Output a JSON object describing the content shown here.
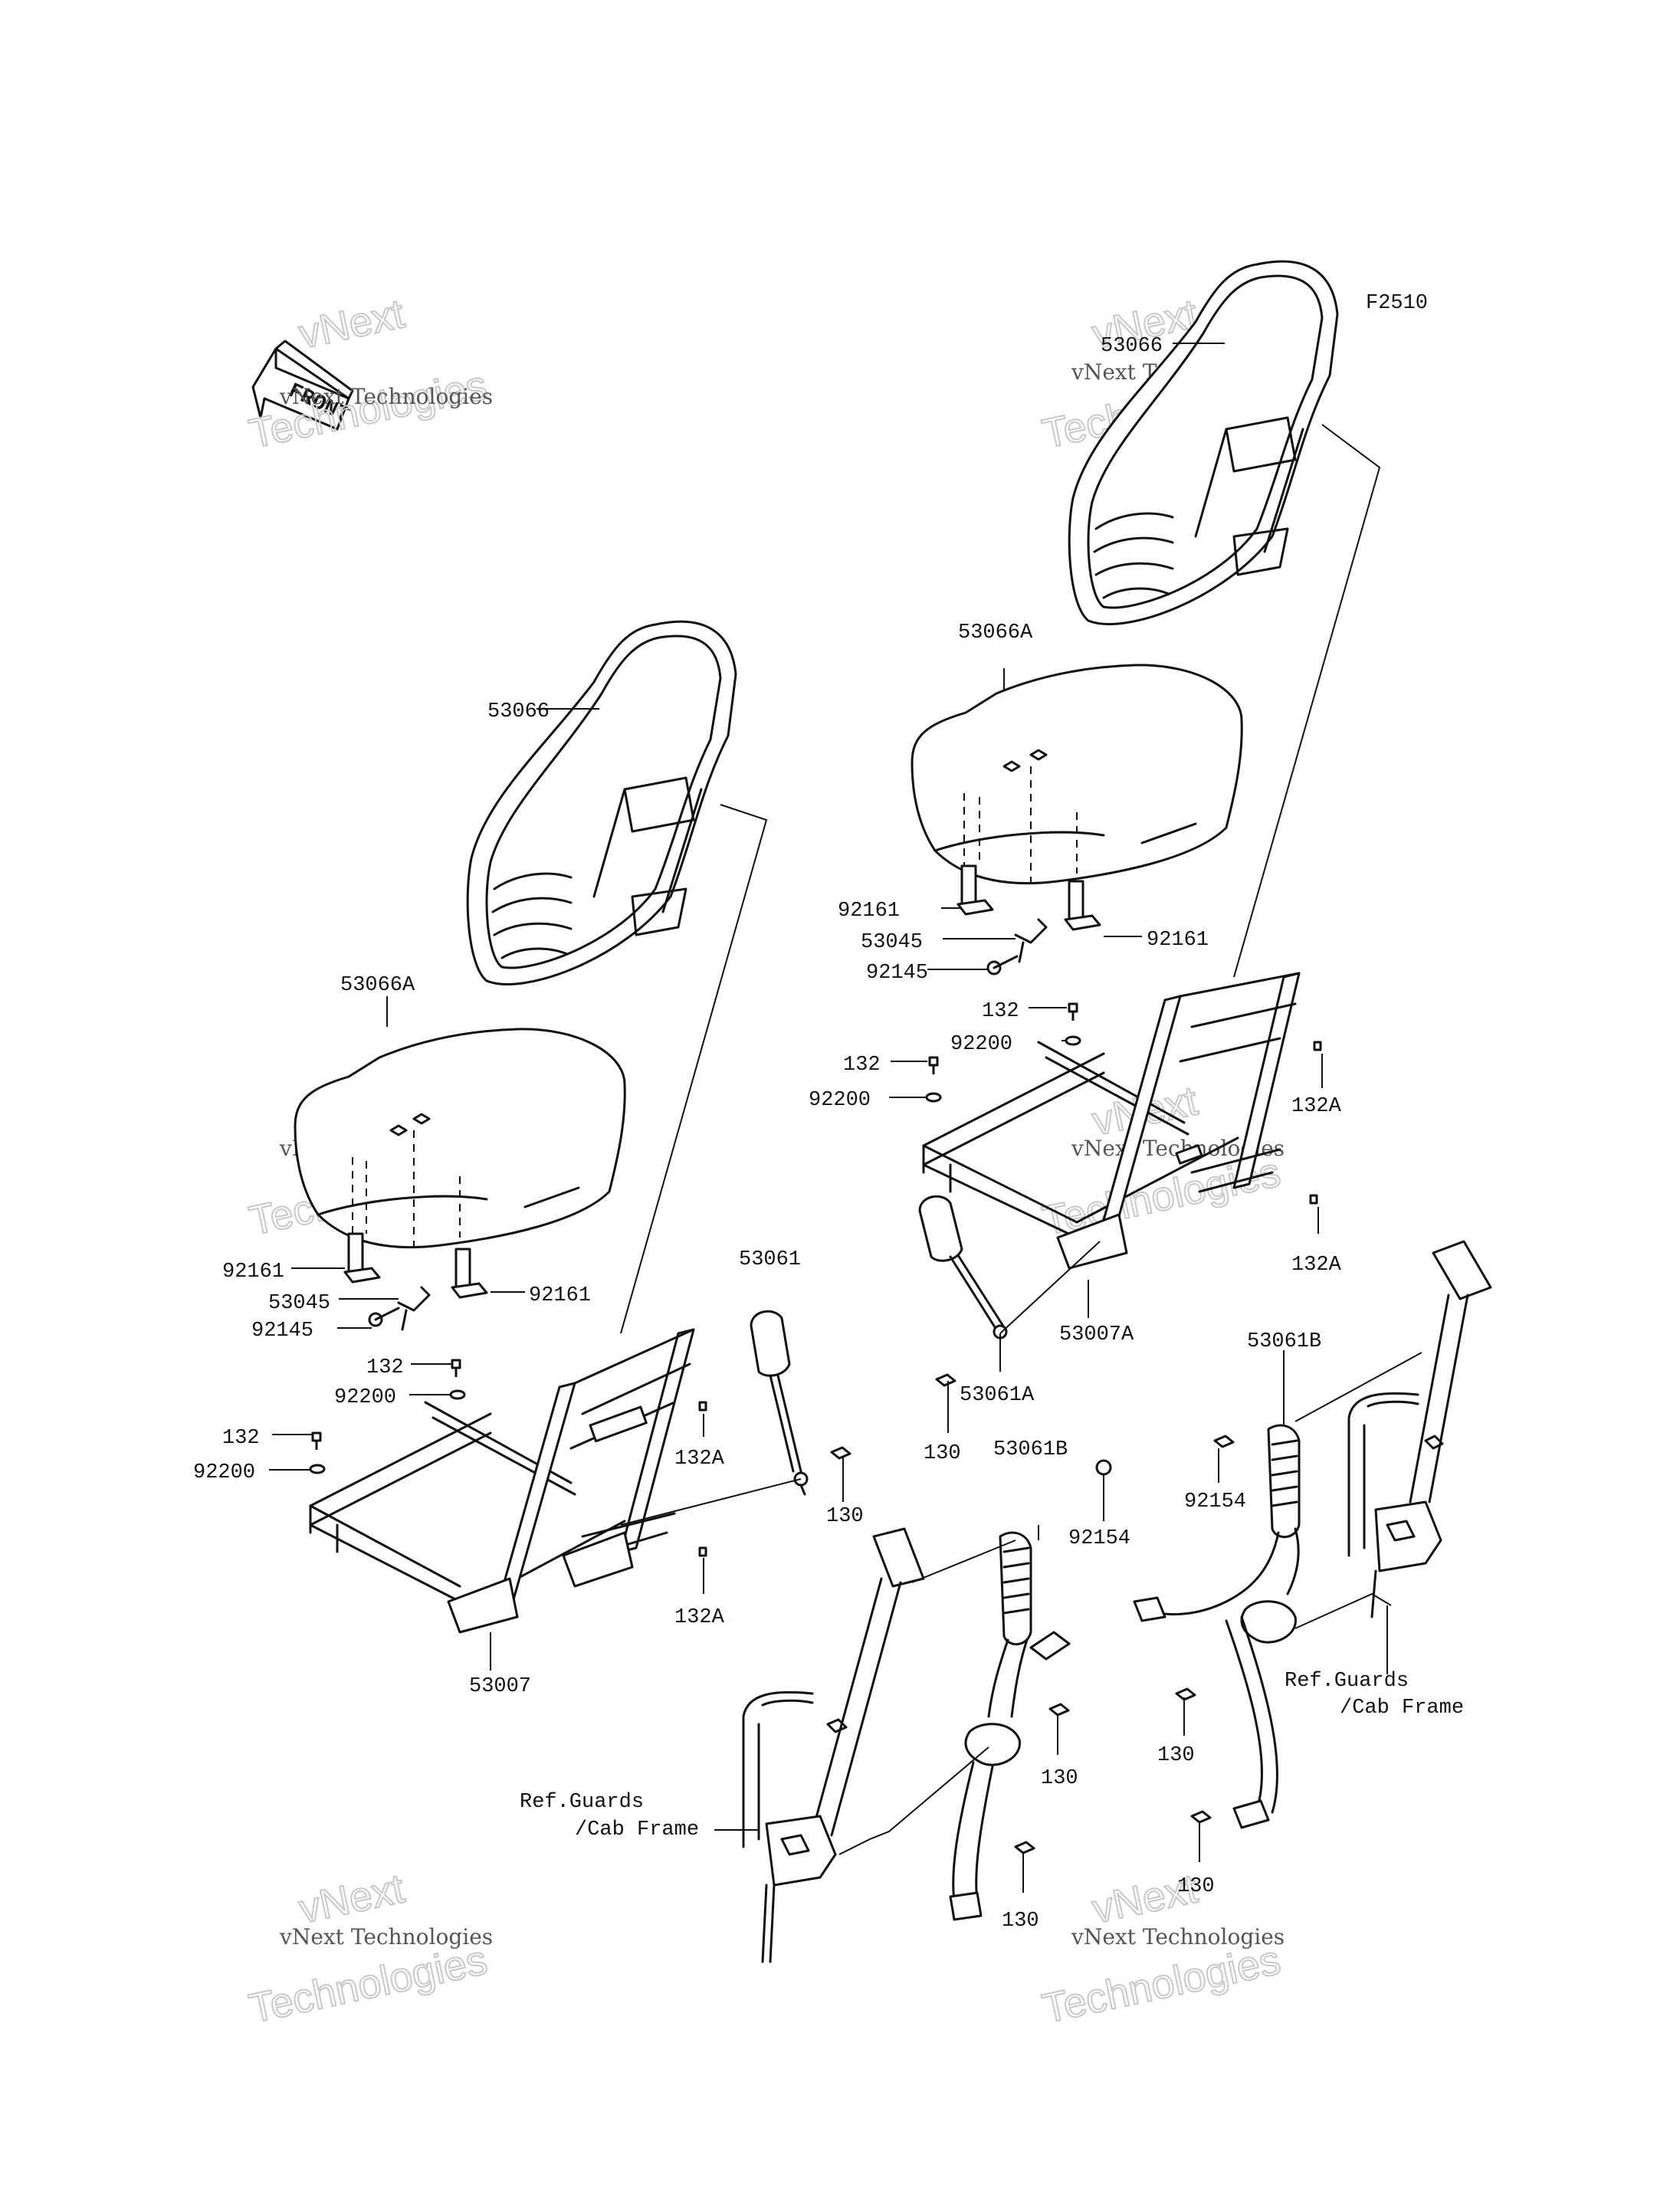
{
  "figure_code": "F2510",
  "front_label": "FRONT",
  "watermark": {
    "line1": "vNext Technologies",
    "line2": "Technologies",
    "line3": "vNext"
  },
  "parts": {
    "p53066_r": "53066",
    "p53066a_r": "53066A",
    "p92161_r1": "92161",
    "p53045_r": "53045",
    "p92161_r2": "92161",
    "p92145_r": "92145",
    "p132_r1": "132",
    "p92200_r1": "92200",
    "p132_r2": "132",
    "p92200_r2": "92200",
    "p132a_r1": "132A",
    "p132a_r2": "132A",
    "p53007a": "53007A",
    "p53061a": "53061A",
    "p130_r1": "130",
    "p53061b_r": "53061B",
    "p92154_r": "92154",
    "p130_r2": "130",
    "p130_r3": "130",
    "ref_r_1": "Ref.Guards",
    "ref_r_2": "/Cab Frame",
    "p53066_l": "53066",
    "p53066a_l": "53066A",
    "p92161_l1": "92161",
    "p53045_l": "53045",
    "p92161_l2": "92161",
    "p92145_l": "92145",
    "p132_l1": "132",
    "p92200_l1": "92200",
    "p132_l2": "132",
    "p92200_l2": "92200",
    "p132a_l1": "132A",
    "p132a_l2": "132A",
    "p53007": "53007",
    "p53061": "53061",
    "p130_l1": "130",
    "p53061b_l": "53061B",
    "p92154_l": "92154",
    "p130_l2": "130",
    "p130_l3": "130",
    "ref_l_1": "Ref.Guards",
    "ref_l_2": "/Cab Frame"
  }
}
